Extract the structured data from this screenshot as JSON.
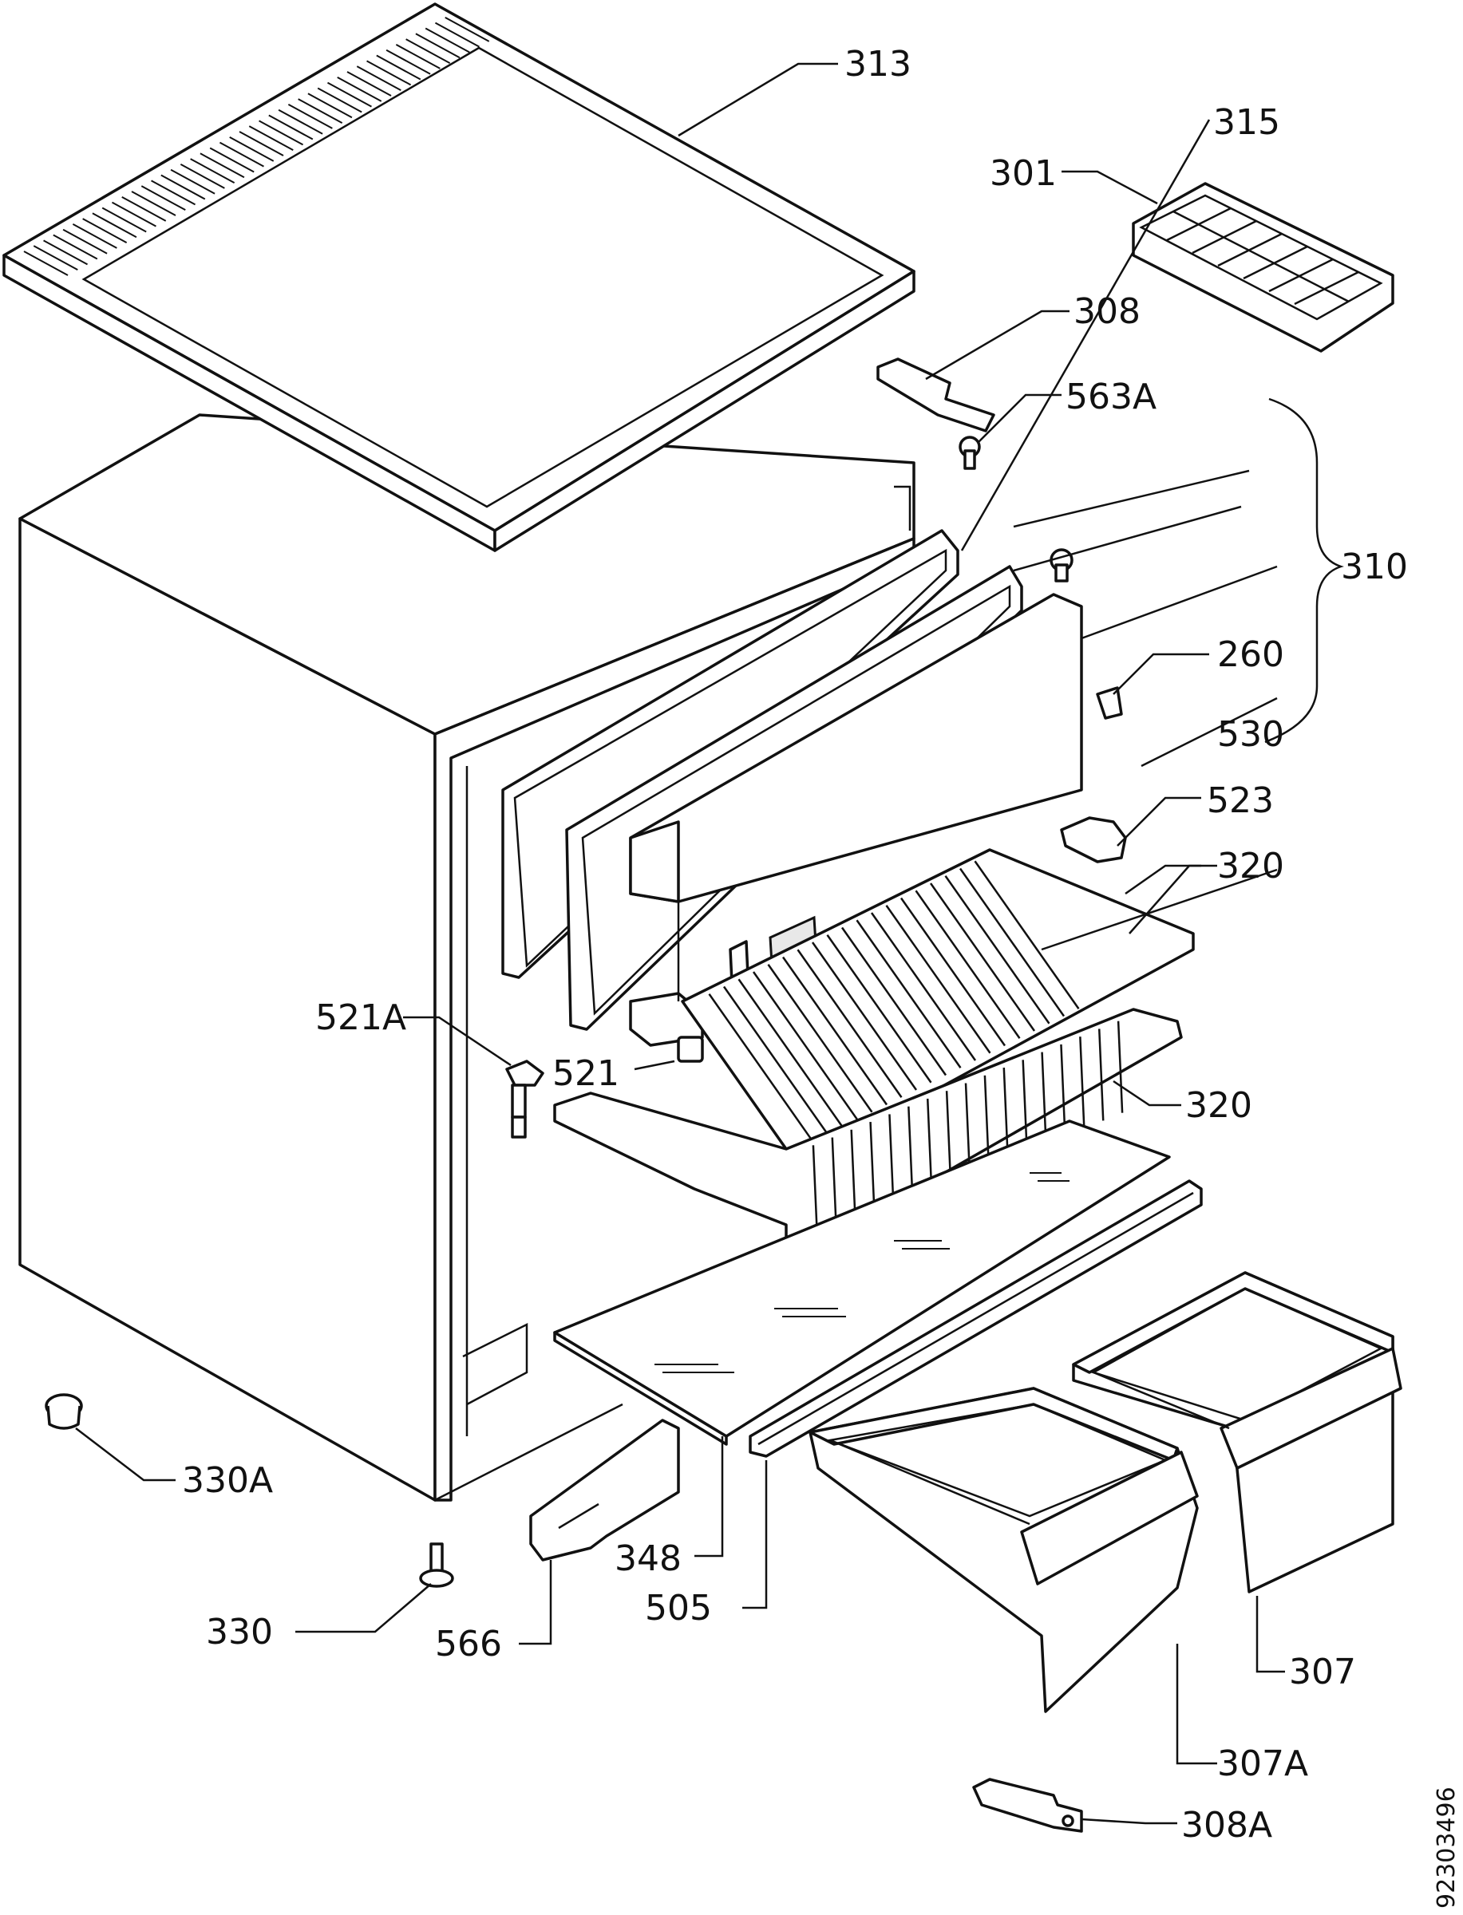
{
  "callouts": [
    {
      "id": "313",
      "label": "313"
    },
    {
      "id": "301",
      "label": "301"
    },
    {
      "id": "308",
      "label": "308"
    },
    {
      "id": "563A",
      "label": "563A"
    },
    {
      "id": "315",
      "label": "315"
    },
    {
      "id": "310",
      "label": "310"
    },
    {
      "id": "260",
      "label": "260"
    },
    {
      "id": "530",
      "label": "530"
    },
    {
      "id": "523",
      "label": "523"
    },
    {
      "id": "320-upper",
      "label": "320"
    },
    {
      "id": "521A",
      "label": "521A"
    },
    {
      "id": "521",
      "label": "521"
    },
    {
      "id": "320-lower",
      "label": "320"
    },
    {
      "id": "330A",
      "label": "330A"
    },
    {
      "id": "348",
      "label": "348"
    },
    {
      "id": "505",
      "label": "505"
    },
    {
      "id": "330",
      "label": "330"
    },
    {
      "id": "566",
      "label": "566"
    },
    {
      "id": "307",
      "label": "307"
    },
    {
      "id": "307A",
      "label": "307A"
    },
    {
      "id": "308A",
      "label": "308A"
    }
  ],
  "document_code": "92303496"
}
